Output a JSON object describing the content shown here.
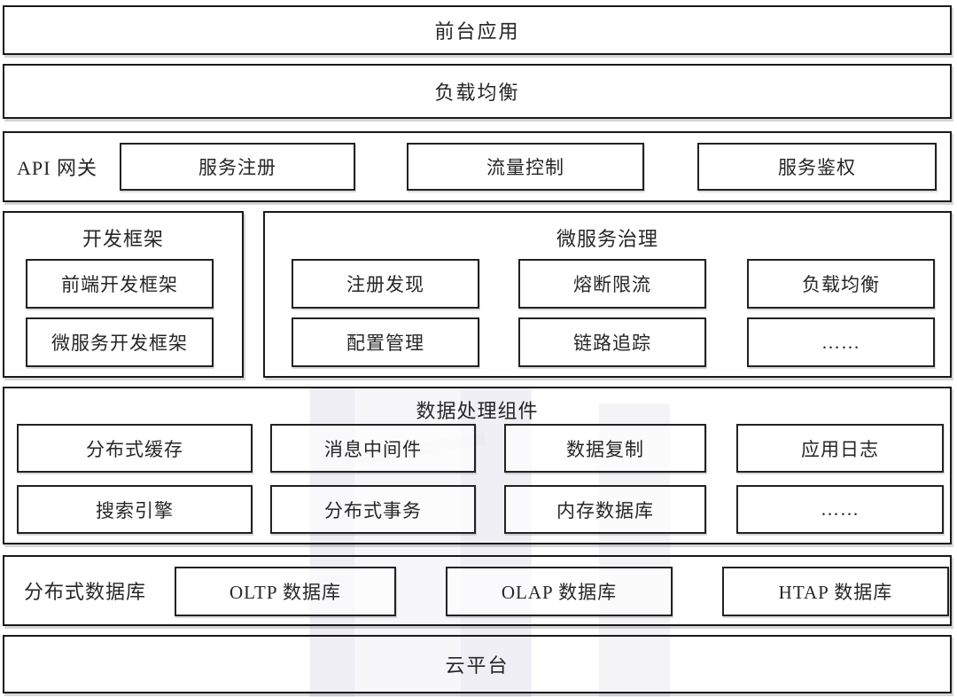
{
  "layers": {
    "frontend": {
      "label": "前台应用"
    },
    "load_balancer": {
      "label": "负载均衡"
    },
    "api_gateway": {
      "label": "API 网关",
      "items": [
        "服务注册",
        "流量控制",
        "服务鉴权"
      ]
    },
    "dev_framework": {
      "label": "开发框架",
      "items": [
        "前端开发框架",
        "微服务开发框架"
      ]
    },
    "governance": {
      "label": "微服务治理",
      "items": [
        "注册发现",
        "熔断限流",
        "负载均衡",
        "配置管理",
        "链路追踪",
        "……"
      ]
    },
    "data_processing": {
      "label": "数据处理组件",
      "items": [
        "分布式缓存",
        "消息中间件",
        "数据复制",
        "应用日志",
        "搜索引擎",
        "分布式事务",
        "内存数据库",
        "……"
      ]
    },
    "distributed_database": {
      "label": "分布式数据库",
      "items": [
        "OLTP 数据库",
        "OLAP 数据库",
        "HTAP 数据库"
      ]
    },
    "cloud_platform": {
      "label": "云平台"
    }
  },
  "colors": {
    "border": "#1a1a1a",
    "text": "#262626",
    "background": "#ffffff",
    "watermark": "#f2f2f5"
  }
}
